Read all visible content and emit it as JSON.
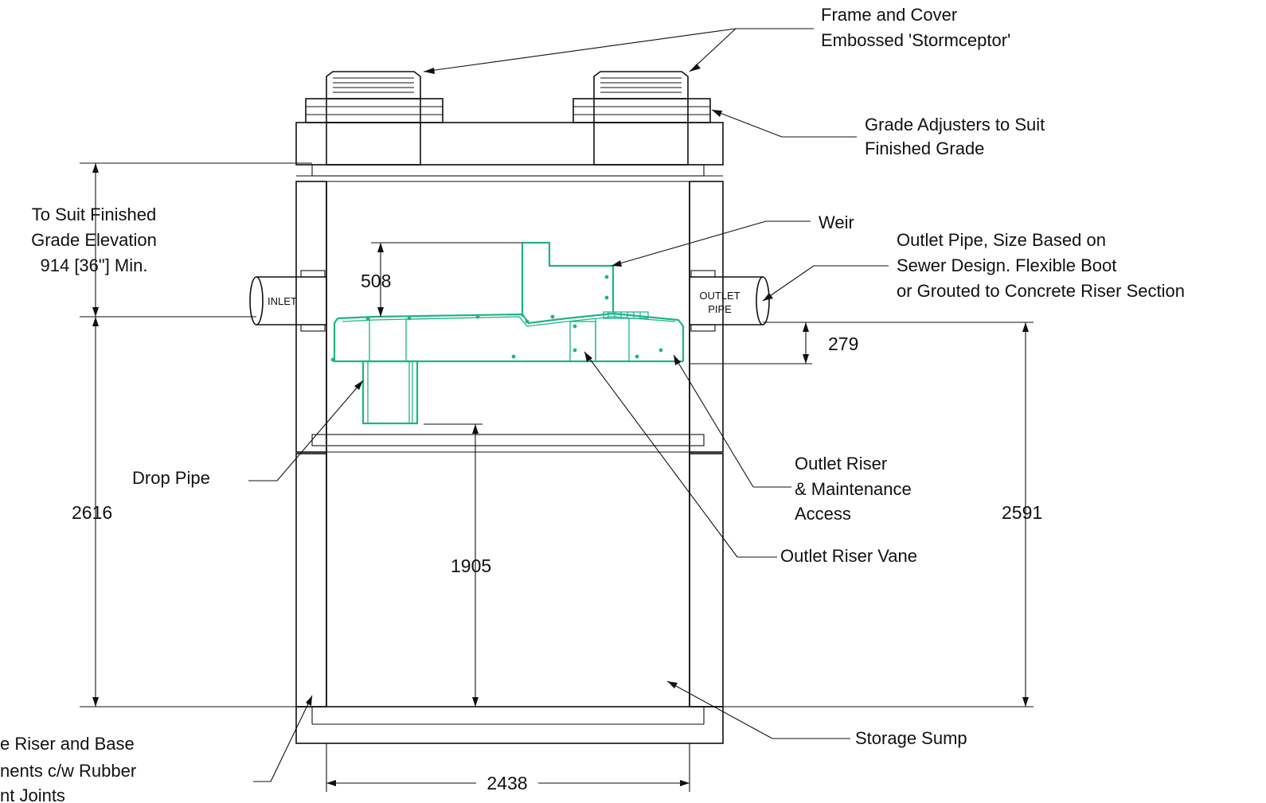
{
  "labels": {
    "frame_cover_1": "Frame and Cover",
    "frame_cover_2": "Embossed 'Stormceptor'",
    "grade_adj_1": "Grade Adjusters to Suit",
    "grade_adj_2": "Finished Grade",
    "weir": "Weir",
    "outlet_pipe_1": "Outlet Pipe, Size Based on",
    "outlet_pipe_2": "Sewer Design. Flexible Boot",
    "outlet_pipe_3": "or Grouted to Concrete Riser Section",
    "finished_grade_1": "To Suit Finished",
    "finished_grade_2": "Grade Elevation",
    "finished_grade_3": "914 [36\"] Min.",
    "inlet": "INLET",
    "outlet_pipe_tag_1": "OUTLET",
    "outlet_pipe_tag_2": "PIPE",
    "drop_pipe": "Drop Pipe",
    "outlet_riser_1": "Outlet Riser",
    "outlet_riser_2": "& Maintenance",
    "outlet_riser_3": "Access",
    "outlet_riser_vane": "Outlet Riser Vane",
    "storage_sump": "Storage Sump",
    "precast_1": "e Riser and Base",
    "precast_2": "nents c/w Rubber",
    "precast_3": "nt Joints"
  },
  "dimensions": {
    "d508": "508",
    "d279": "279",
    "d2616": "2616",
    "d2591": "2591",
    "d1905": "1905",
    "d2438": "2438"
  },
  "colors": {
    "insert": "#1db489",
    "lines": "#111111",
    "background": "#ffffff"
  }
}
